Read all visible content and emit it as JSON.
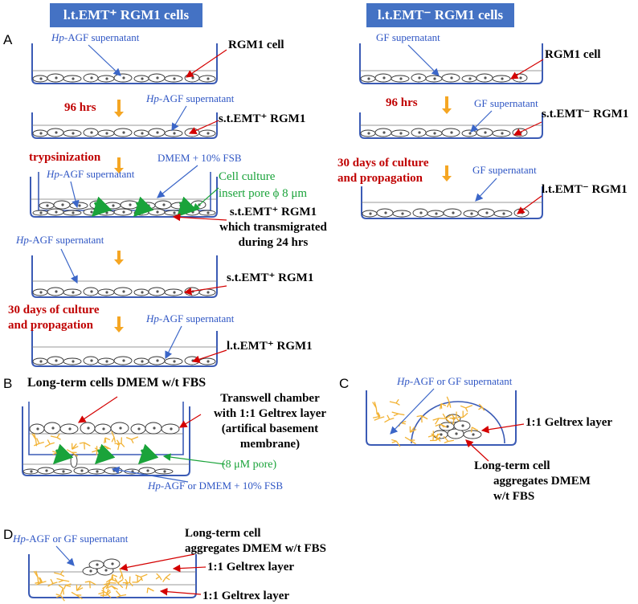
{
  "headers": {
    "left": "l.t.EMT⁺ RGM1 cells",
    "right": "l.t.EMT⁻ RGM1 cells"
  },
  "sections": {
    "a": "A",
    "b": "B",
    "c": "C",
    "d": "D"
  },
  "panel_a_left": {
    "hp_agf_1": "-AGF supernatant",
    "rgm1_cell": "RGM1 cell",
    "time_96": "96 hrs",
    "hp_agf_2": "-AGF supernatant",
    "st_emt_plus_1": "s.t.EMT⁺ RGM1",
    "trypsinization": "trypsinization",
    "dmem_fsb": "DMEM + 10% FSB",
    "hp_agf_3": "-AGF supernatant",
    "insert_line1": "Cell culture",
    "insert_line2": "insert pore ϕ 8 μm",
    "transmig_line1": "s.t.EMT⁺ RGM1",
    "transmig_line2": "which transmigrated",
    "transmig_line3": "during 24 hrs",
    "hp_agf_4": "-AGF supernatant",
    "st_emt_plus_2": "s.t.EMT⁺ RGM1",
    "culture_line1": "30 days of culture",
    "culture_line2": "and propagation",
    "hp_agf_5": "-AGF supernatant",
    "lt_emt_plus": "l.t.EMT⁺ RGM1"
  },
  "panel_a_right": {
    "gf_1": "GF supernatant",
    "rgm1_cell": "RGM1 cell",
    "time_96": "96 hrs",
    "gf_2": "GF supernatant",
    "st_emt_minus": "s.t.EMT⁻ RGM1",
    "culture_line1": "30 days of culture",
    "culture_line2": "and propagation",
    "gf_3": "GF supernatant",
    "lt_emt_minus": "l.t.EMT⁻ RGM1"
  },
  "panel_b": {
    "long_term": "Long-term cells DMEM w/t FBS",
    "transwell_line1": "Transwell chamber",
    "transwell_line2": "with 1:1 Geltrex layer",
    "transwell_line3": "(artifical basement",
    "transwell_line4": "membrane)",
    "pore": "(8 μM pore)",
    "medium": "-AGF or DMEM + 10% FSB"
  },
  "panel_c": {
    "supernatant": "-AGF or GF supernatant",
    "geltrex": "1:1 Geltrex layer",
    "agg_line1": "Long-term cell",
    "agg_line2": "aggregates DMEM",
    "agg_line3": "w/t FBS"
  },
  "panel_d": {
    "supernatant": "-AGF or GF supernatant",
    "agg_line1": "Long-term cell",
    "agg_line2": "aggregates DMEM w/t FBS",
    "geltrex_1": "1:1 Geltrex layer",
    "geltrex_2": "1:1 Geltrex layer"
  },
  "hp_prefix": "Hp",
  "colors": {
    "header_bg": "#4472c4",
    "blue_text": "#2f56c4",
    "red_text": "#c00000",
    "green": "#1aa33a",
    "orange_arrow": "#f5a623",
    "geltrex": "#f2b233",
    "dish": "#3b5bb5"
  }
}
